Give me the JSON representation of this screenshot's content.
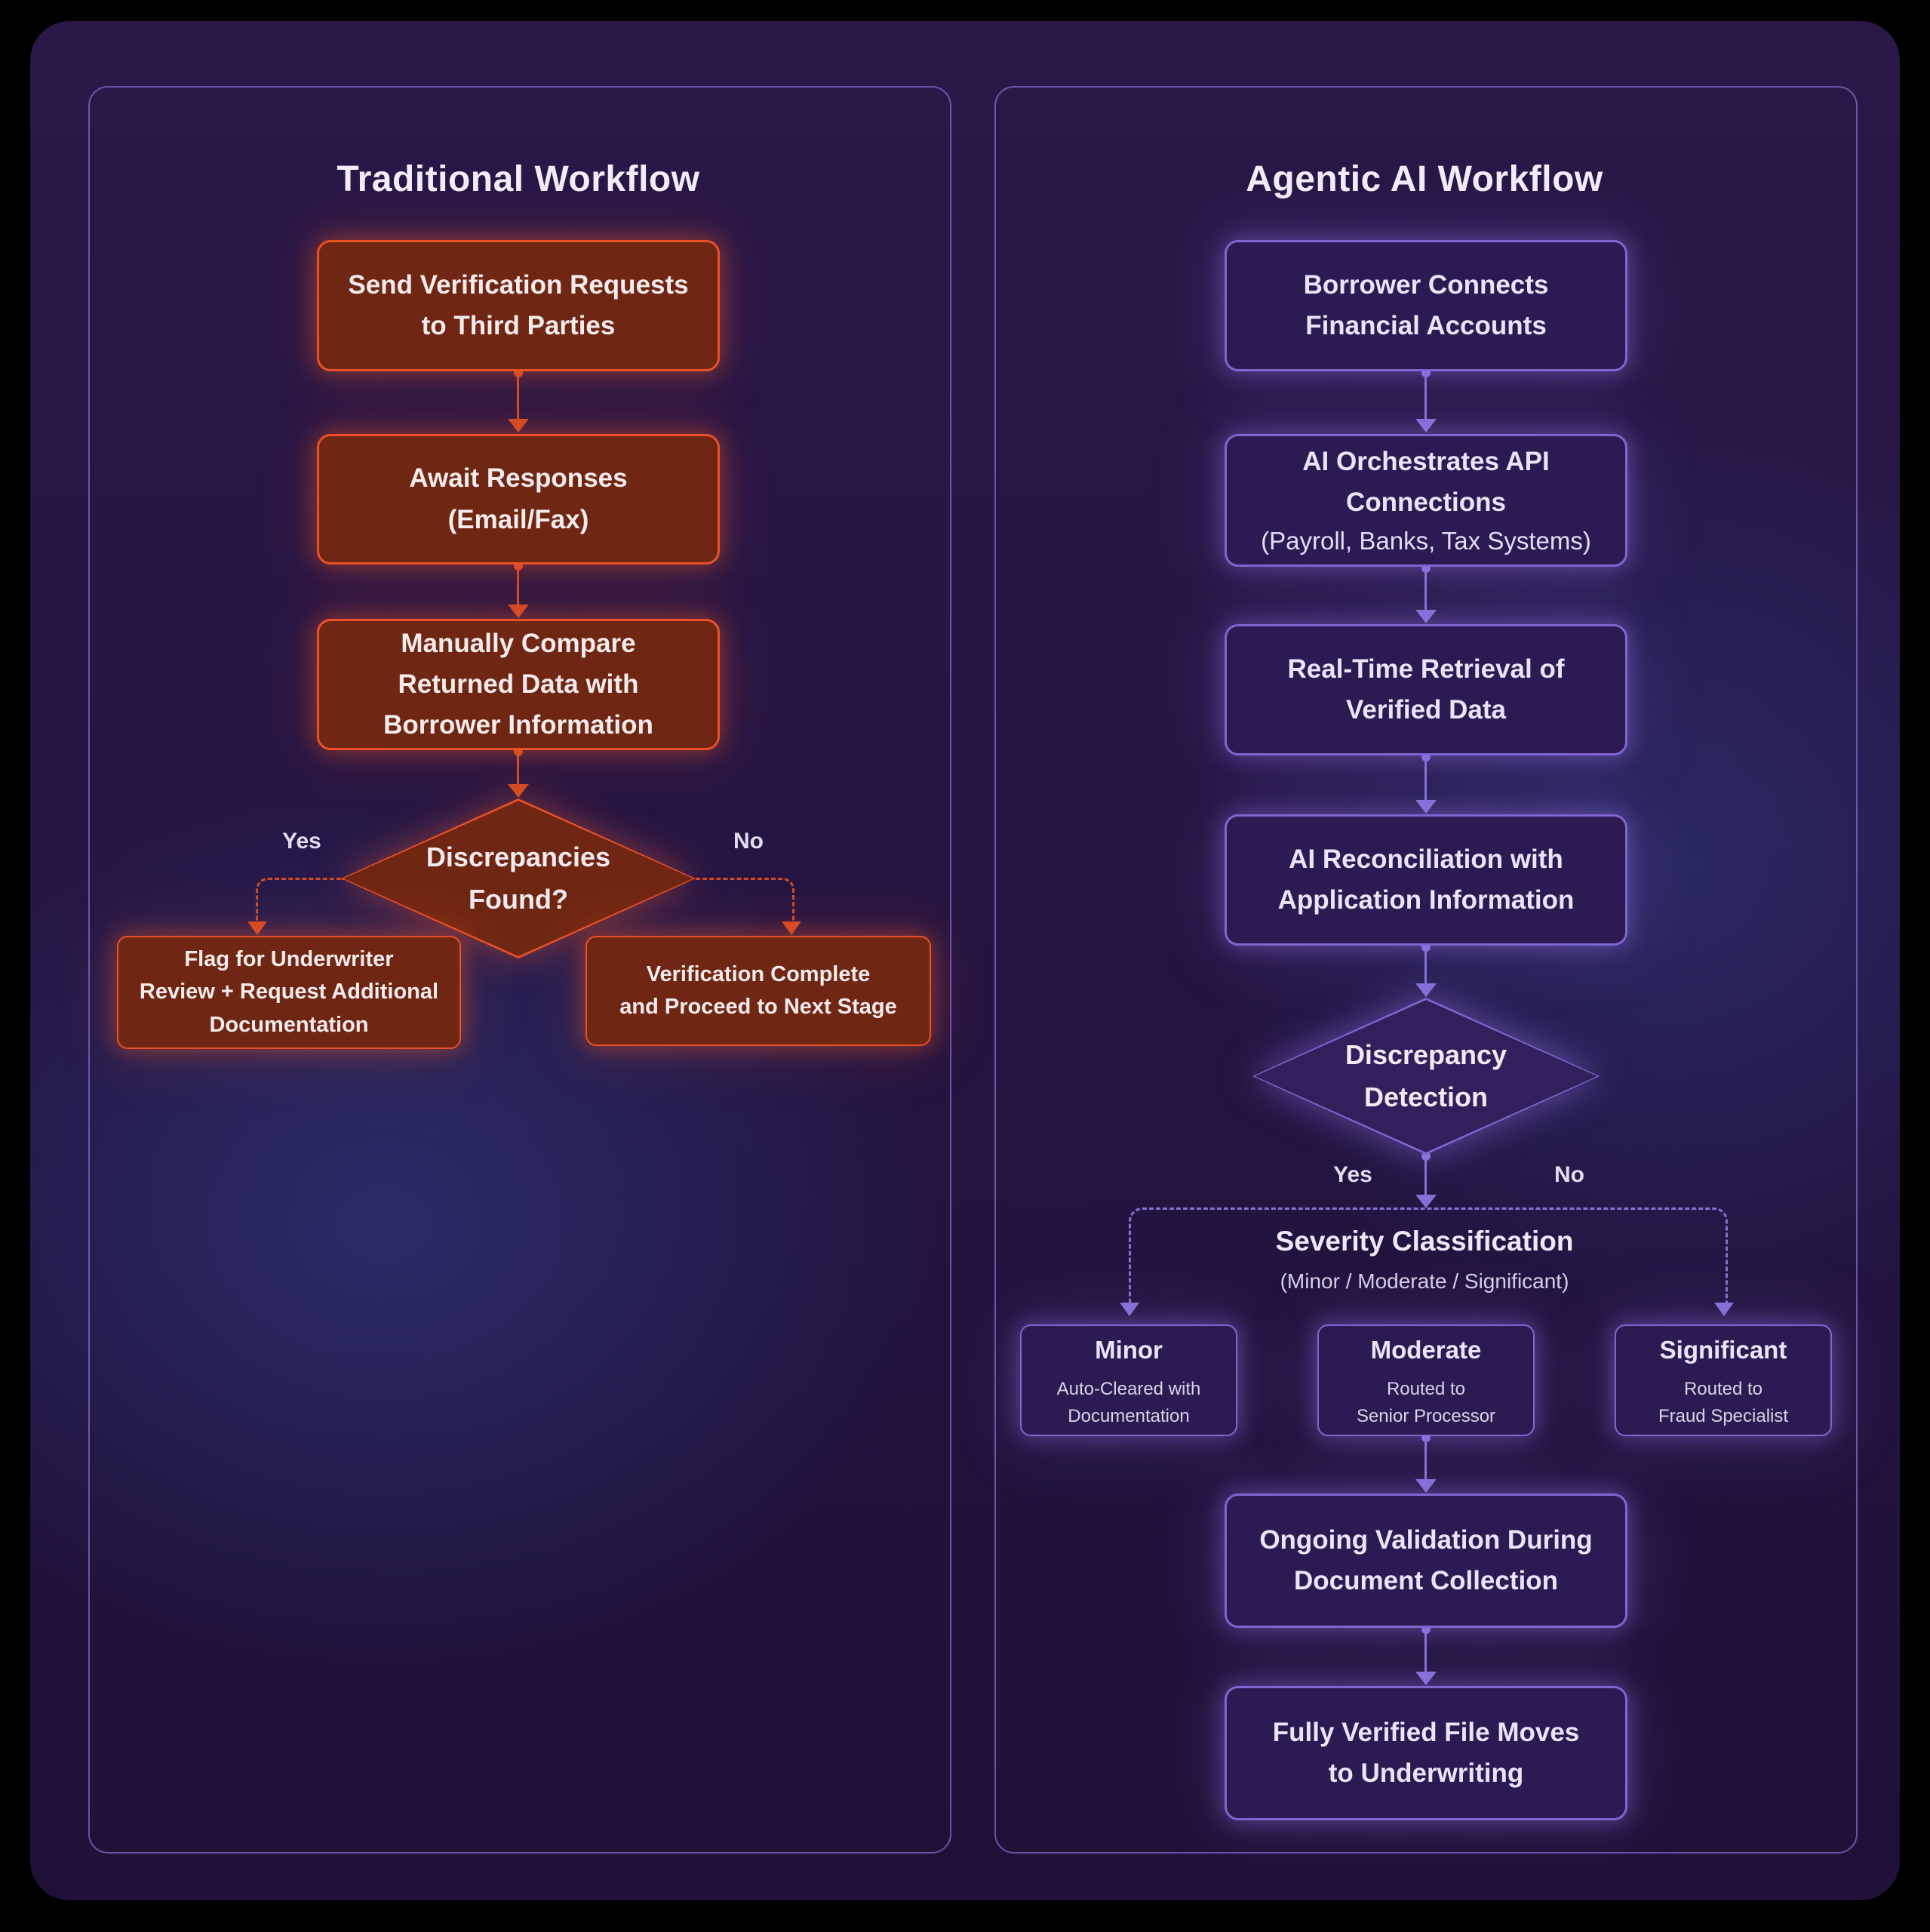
{
  "colors": {
    "accent_orange": "#ea5126",
    "orange_fill": "#6f2713",
    "flow_orange": "#d14b26",
    "accent_purple": "#8066cf",
    "purple_fill": "#2c1b52",
    "purple_diamond_fill": "#31205c",
    "flow_purple": "#8571d6",
    "panel_border": "#8068c4",
    "canvas": "#241441",
    "page_bg": "#000000"
  },
  "traditional": {
    "title": "Traditional Workflow",
    "step1": "Send Verification Requests\nto Third Parties",
    "step2": "Await Responses\n(Email/Fax)",
    "step3": "Manually Compare\nReturned Data with\nBorrower Information",
    "decision": "Discrepancies\nFound?",
    "yes_label": "Yes",
    "no_label": "No",
    "branch_yes": "Flag for Underwriter\nReview + Request Additional\nDocumentation",
    "branch_no": "Verification Complete\nand Proceed to Next Stage"
  },
  "agentic": {
    "title": "Agentic AI Workflow",
    "step1": "Borrower Connects\nFinancial Accounts",
    "step2_main": "AI Orchestrates API\nConnections",
    "step2_sub": "(Payroll, Banks, Tax Systems)",
    "step3": "Real-Time Retrieval of\nVerified Data",
    "step4": "AI Reconciliation with\nApplication Information",
    "decision": "Discrepancy\nDetection",
    "yes_label": "Yes",
    "no_label": "No",
    "severity_title": "Severity Classification",
    "severity_subtitle": "(Minor / Moderate / Significant)",
    "branches": [
      {
        "title": "Minor",
        "subtitle": "Auto-Cleared with\nDocumentation"
      },
      {
        "title": "Moderate",
        "subtitle": "Routed to\nSenior Processor"
      },
      {
        "title": "Significant",
        "subtitle": "Routed to\nFraud Specialist"
      }
    ],
    "step5": "Ongoing Validation During\nDocument Collection",
    "step6": "Fully Verified File Moves\nto Underwriting"
  }
}
